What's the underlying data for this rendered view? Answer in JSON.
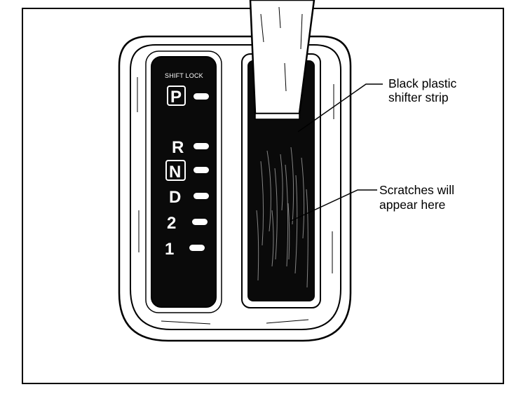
{
  "indicator": {
    "shift_lock": "SHIFT LOCK",
    "gears": [
      "P",
      "R",
      "N",
      "D",
      "2",
      "1"
    ]
  },
  "callouts": {
    "strip_line1": "Black plastic",
    "strip_line2": "shifter strip",
    "scratch_line1": "Scratches will",
    "scratch_line2": "appear here"
  }
}
